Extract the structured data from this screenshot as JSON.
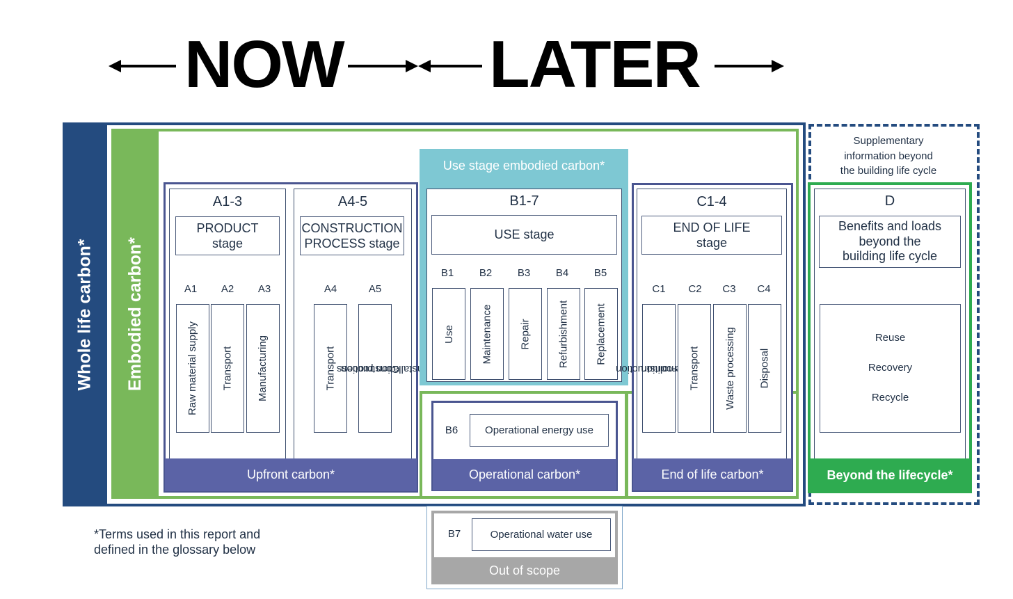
{
  "header": {
    "now": "NOW",
    "later": "LATER"
  },
  "whole_life": "Whole life carbon*",
  "embodied": "Embodied carbon*",
  "use_stage_embodied": "Use stage embodied carbon*",
  "supplementary": {
    "line1": "Supplementary",
    "line2": "information beyond",
    "line3": "the building life cycle"
  },
  "a13": {
    "code": "A1-3",
    "title1": "PRODUCT",
    "title2": "stage",
    "items": [
      {
        "code": "A1",
        "label": "Raw material supply"
      },
      {
        "code": "A2",
        "label": "Transport"
      },
      {
        "code": "A3",
        "label": "Manufacturing"
      }
    ]
  },
  "a45": {
    "code": "A4-5",
    "title1": "CONSTRUCTION",
    "title2": "PROCESS stage",
    "items": [
      {
        "code": "A4",
        "label": "Transport"
      },
      {
        "code": "A5",
        "label1": "Construction-",
        "label2": "installation process"
      }
    ]
  },
  "b17": {
    "code": "B1-7",
    "title": "USE stage",
    "items": [
      {
        "code": "B1",
        "label": "Use"
      },
      {
        "code": "B2",
        "label": "Maintenance"
      },
      {
        "code": "B3",
        "label": "Repair"
      },
      {
        "code": "B4",
        "label": "Refurbishment"
      },
      {
        "code": "B5",
        "label": "Replacement"
      }
    ]
  },
  "b6": {
    "code": "B6",
    "label": "Operational energy use"
  },
  "b7": {
    "code": "B7",
    "label": "Operational water use"
  },
  "c14": {
    "code": "C1-4",
    "title1": "END OF LIFE",
    "title2": "stage",
    "items": [
      {
        "code": "C1",
        "label1": "De-construction",
        "label2": "demolition"
      },
      {
        "code": "C2",
        "label": "Transport"
      },
      {
        "code": "C3",
        "label": "Waste processing"
      },
      {
        "code": "C4",
        "label": "Disposal"
      }
    ]
  },
  "d": {
    "code": "D",
    "title1": "Benefits and loads",
    "title2": "beyond the",
    "title3": "building life cycle",
    "items": [
      "Reuse",
      "Recovery",
      "Recycle"
    ]
  },
  "bands": {
    "upfront": "Upfront carbon*",
    "operational": "Operational carbon*",
    "end_of_life": "End of life carbon*",
    "beyond": "Beyond the lifecycle*",
    "out_of_scope": "Out of scope"
  },
  "footnote": {
    "line1": "*Terms used in this report and",
    "line2": "defined in the glossary below"
  },
  "colors": {
    "whole_life": "#244b7f",
    "embodied": "#79b85a",
    "use_stage": "#7ec8d3",
    "band": "#5b63a6",
    "beyond": "#2eab50",
    "out_of_scope": "#a7a7a7",
    "dashed": "#244b7f"
  }
}
